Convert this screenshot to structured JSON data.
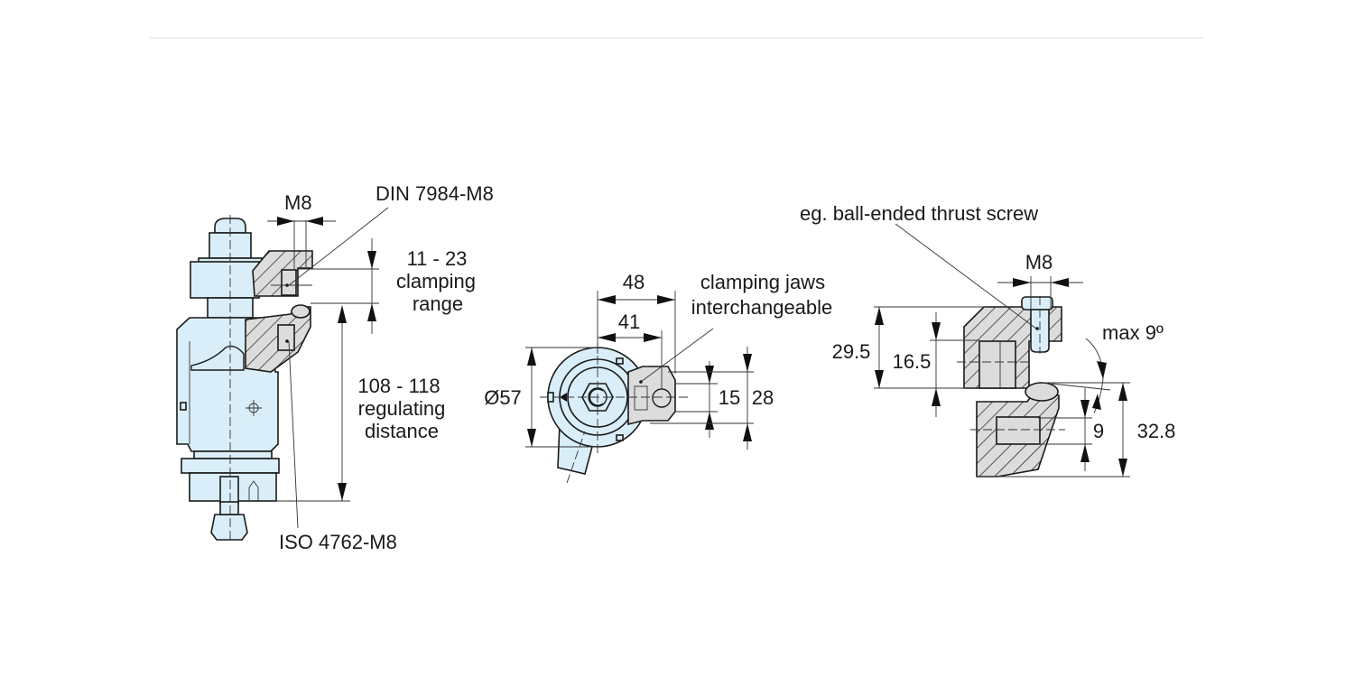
{
  "drawing": {
    "colors": {
      "part_fill": "#d9eef8",
      "section_fill": "#dcdcdc",
      "line": "#1a1a1a",
      "divider": "#e6e6e6"
    },
    "side_view": {
      "labels": {
        "thread_width": "M8",
        "top_screw": "DIN 7984-M8",
        "clamping_range_value": "11 - 23",
        "clamping_range_line1": "clamping",
        "clamping_range_line2": "range",
        "regulating_value": "108 - 118",
        "regulating_line1": "regulating",
        "regulating_line2": "distance",
        "bottom_screw": "ISO 4762-M8"
      }
    },
    "top_view": {
      "labels": {
        "dim_48": "48",
        "dim_41": "41",
        "diameter": "Ø57",
        "dim_15": "15",
        "dim_28": "28",
        "jaws_line1": "clamping jaws",
        "jaws_line2": "interchangeable"
      }
    },
    "jaw_detail": {
      "labels": {
        "thrust_screw": "eg. ball-ended thrust screw",
        "thread_width": "M8",
        "dim_29_5": "29.5",
        "dim_16_5": "16.5",
        "angle": "max 9º",
        "dim_9": "9",
        "dim_32_8": "32.8"
      }
    }
  }
}
